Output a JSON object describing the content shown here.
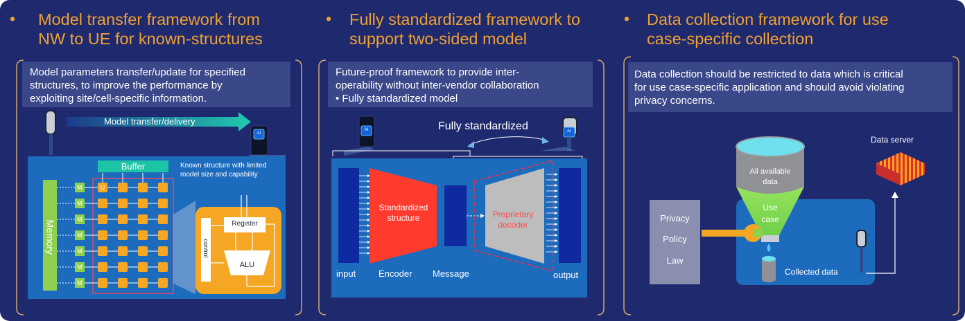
{
  "panels": [
    {
      "heading_line1": "Model transfer framework from",
      "heading_line2": "NW to UE for known-structures",
      "desc": [
        "Model parameters transfer/update for specified",
        "structures, to improve the performance by",
        "exploiting site/cell-specific information."
      ],
      "arrow_label": "Model transfer/delivery",
      "buffer": "Buffer",
      "note": [
        "Known structure with limited",
        "model size and capability"
      ],
      "memory": "Memory",
      "m_label": "M",
      "u_label": "U",
      "register": "Register",
      "control": "control",
      "alu": "ALU"
    },
    {
      "heading_line1": "Fully standardized framework to",
      "heading_line2": "support two-sided model",
      "desc": [
        "Future-proof framework to provide inter-",
        "operability without inter-vendor collaboration",
        "•  Fully standardized model"
      ],
      "fully": "Fully standardized",
      "encoder_block": [
        "Standardized",
        "structure"
      ],
      "decoder_block": [
        "Proprietary",
        "decoder"
      ],
      "input": "input",
      "encoder": "Encoder",
      "message": "Message",
      "output": "output"
    },
    {
      "heading_line1": "Data collection framework for use",
      "heading_line2": "case-specific collection",
      "desc": [
        "Data collection should be restricted to data which is critical",
        "for use case-specific application and should avoid violating",
        "privacy concerns."
      ],
      "data_server": "Data server",
      "all_data": [
        "All available",
        "data"
      ],
      "use_case": [
        "Use",
        "case"
      ],
      "privacy": "Privacy",
      "policy": "Policy",
      "law": "Law",
      "collected": "Collected data"
    }
  ],
  "bullet": "•",
  "chip_label": "AI",
  "colors": {
    "background": "#1f2a6e",
    "heading": "#f0a030",
    "desc_box": "#3a4788",
    "accent_green": "#8fd14f",
    "accent_orange": "#f5a623",
    "encoder_red": "#ff3b2e",
    "decoder_grey": "#b8b8b8"
  }
}
